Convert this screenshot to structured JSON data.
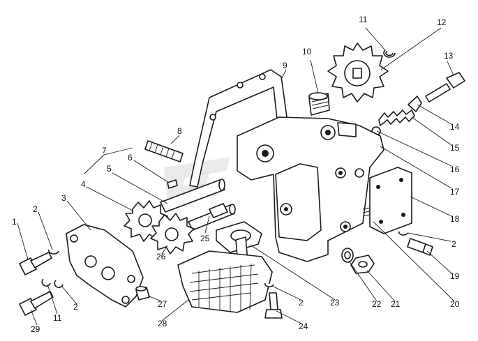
{
  "callouts": [
    {
      "id": "c1",
      "text": "1"
    },
    {
      "id": "c2a",
      "text": "2"
    },
    {
      "id": "c3",
      "text": "3"
    },
    {
      "id": "c4",
      "text": "4"
    },
    {
      "id": "c5",
      "text": "5"
    },
    {
      "id": "c6",
      "text": "6"
    },
    {
      "id": "c7",
      "text": "7"
    },
    {
      "id": "c8",
      "text": "8"
    },
    {
      "id": "c9",
      "text": "9"
    },
    {
      "id": "c10",
      "text": "10"
    },
    {
      "id": "c11a",
      "text": "11"
    },
    {
      "id": "c12",
      "text": "12"
    },
    {
      "id": "c13",
      "text": "13"
    },
    {
      "id": "c14",
      "text": "14"
    },
    {
      "id": "c15",
      "text": "15"
    },
    {
      "id": "c16",
      "text": "16"
    },
    {
      "id": "c17",
      "text": "17"
    },
    {
      "id": "c18",
      "text": "18"
    },
    {
      "id": "c2b",
      "text": "2"
    },
    {
      "id": "c19",
      "text": "19"
    },
    {
      "id": "c20",
      "text": "20"
    },
    {
      "id": "c21",
      "text": "21"
    },
    {
      "id": "c22",
      "text": "22"
    },
    {
      "id": "c23",
      "text": "23"
    },
    {
      "id": "c2c",
      "text": "2"
    },
    {
      "id": "c24",
      "text": "24"
    },
    {
      "id": "c25",
      "text": "25"
    },
    {
      "id": "c26",
      "text": "26"
    },
    {
      "id": "c27",
      "text": "27"
    },
    {
      "id": "c28",
      "text": "28"
    },
    {
      "id": "c2d",
      "text": "2"
    },
    {
      "id": "c11b",
      "text": "11"
    },
    {
      "id": "c29",
      "text": "29"
    }
  ]
}
